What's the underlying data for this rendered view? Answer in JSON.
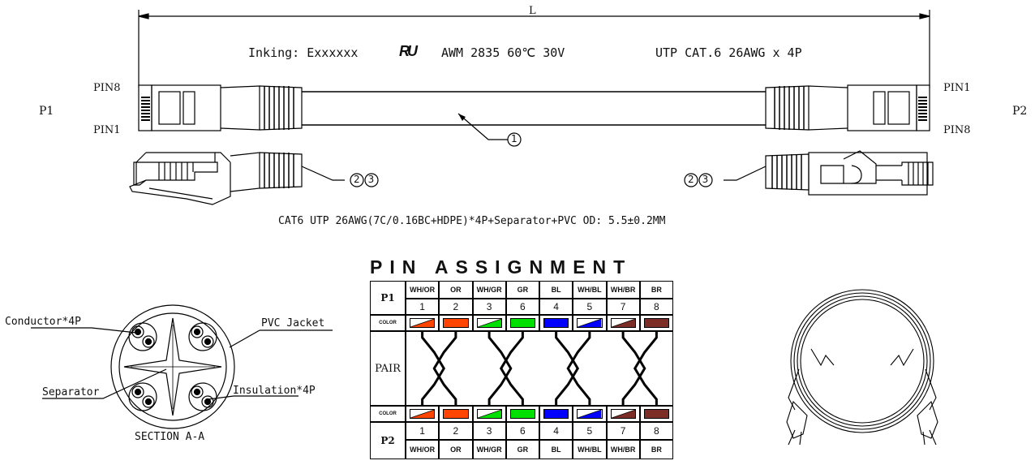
{
  "cable_drawing": {
    "length_label": "L",
    "inking_text": "Inking: Exxxxxx",
    "ul_mark": "R",
    "awm_text": "AWM 2835 60℃ 30V",
    "spec_text": "UTP CAT.6 26AWG x 4P",
    "p1_label": "P1",
    "p2_label": "P2",
    "left_top_pin": "PIN8",
    "left_bottom_pin": "PIN1",
    "right_top_pin": "PIN1",
    "right_bottom_pin": "PIN8",
    "callout_1": "①",
    "callout_23_left": "②③",
    "callout_23_right": "②③",
    "cable_description": "CAT6 UTP 26AWG(7C/0.16BC+HDPE)*4P+Separator+PVC OD: 5.5±0.2MM"
  },
  "section": {
    "conductor_label": "Conductor*4P",
    "jacket_label": "PVC Jacket",
    "separator_label": "Separator",
    "insulation_label": "Insulation*4P",
    "title": "SECTION A-A"
  },
  "pin_assignment": {
    "title": "PIN ASSIGNMENT",
    "p1_label": "P1",
    "p2_label": "P2",
    "color_label": "COLOR",
    "pair_label": "PAIR",
    "wires": [
      {
        "name": "WH/OR",
        "pin": "1",
        "color": "#ff4500",
        "striped": true
      },
      {
        "name": "OR",
        "pin": "2",
        "color": "#ff4500",
        "striped": false
      },
      {
        "name": "WH/GR",
        "pin": "3",
        "color": "#00e000",
        "striped": true
      },
      {
        "name": "GR",
        "pin": "6",
        "color": "#00e000",
        "striped": false
      },
      {
        "name": "BL",
        "pin": "4",
        "color": "#0000ff",
        "striped": false
      },
      {
        "name": "WH/BL",
        "pin": "5",
        "color": "#0000ff",
        "striped": true
      },
      {
        "name": "WH/BR",
        "pin": "7",
        "color": "#7b2d26",
        "striped": true
      },
      {
        "name": "BR",
        "pin": "8",
        "color": "#7b2d26",
        "striped": false
      }
    ]
  }
}
